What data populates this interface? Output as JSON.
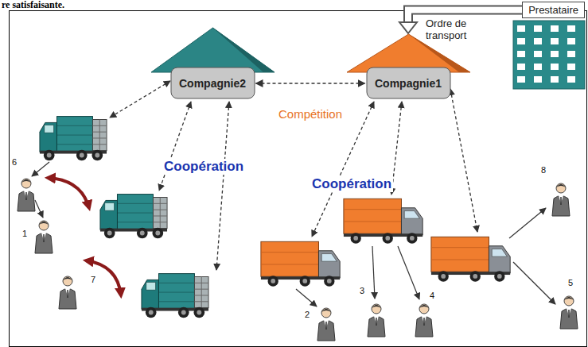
{
  "diagram": {
    "nodes": [
      {
        "text": [
          "Prestataire"
        ]
      },
      {
        "text": [
          "Compagnie2"
        ]
      },
      {
        "text": [
          "Compagnie1"
        ]
      }
    ],
    "edges": [
      {
        "from": 0,
        "to": 2,
        "arrow": "to",
        "label": "Ordre de transport"
      },
      {
        "from": 1,
        "to": 2,
        "arrow": "both",
        "label": "Compétition"
      }
    ],
    "labels": [
      "re satisfaisante.",
      "Coopération",
      "Coopération",
      "6",
      "1",
      "7",
      "2",
      "3",
      "4",
      "5",
      "8"
    ]
  }
}
